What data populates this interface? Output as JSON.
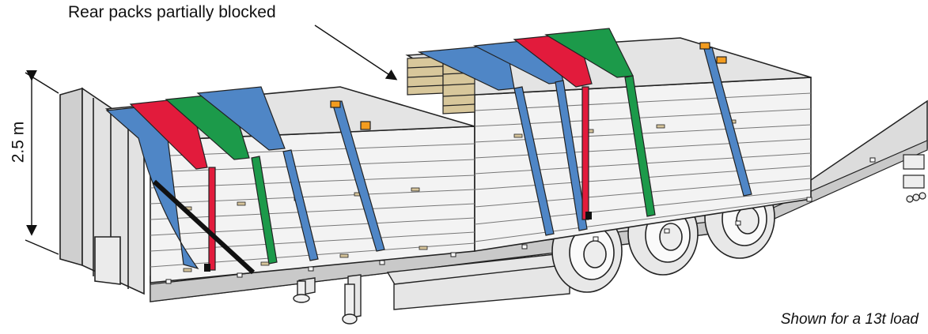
{
  "callout": {
    "text": "Rear packs partially blocked"
  },
  "dimension": {
    "text": "2.5 m"
  },
  "caption": {
    "text": "Shown for a 13t load"
  },
  "colors": {
    "strap_blue": "#4f86c6",
    "strap_red": "#e21b3c",
    "strap_green": "#1c9a4a",
    "corner_protector_orange": "#f39c1f",
    "pack_face": "#f2f2f2",
    "outline": "#222222",
    "deck": "#d9d9d9",
    "timber": "#d6c49a"
  },
  "icons": [
    "arrow-icon",
    "dimension-arrow-icon"
  ]
}
